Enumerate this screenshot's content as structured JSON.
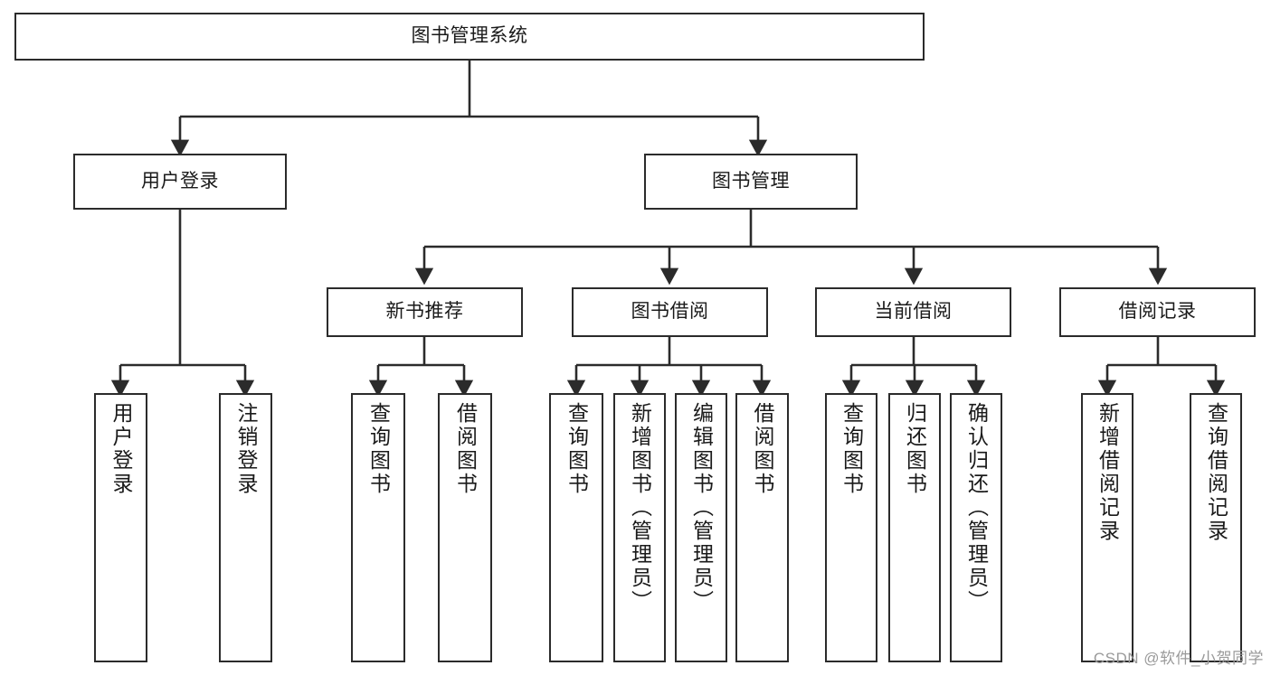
{
  "diagram": {
    "title": "图书管理系统",
    "type": "tree-hierarchy",
    "colors": {
      "box_border": "#2b2b2b",
      "box_fill": "#ffffff",
      "edge": "#2b2b2b",
      "text": "#1a1a1a",
      "watermark": "#9a9a9a",
      "background": "#ffffff"
    },
    "watermark": "CSDN @软件_小贺同学",
    "root": {
      "label": "图书管理系统"
    },
    "level2": [
      {
        "label": "用户登录"
      },
      {
        "label": "图书管理"
      }
    ],
    "level3": [
      {
        "label": "新书推荐"
      },
      {
        "label": "图书借阅"
      },
      {
        "label": "当前借阅"
      },
      {
        "label": "借阅记录"
      }
    ],
    "leaves": {
      "user_login": [
        {
          "label": "用户登录"
        },
        {
          "label": "注销登录"
        }
      ],
      "new_book_recommend": [
        {
          "label": "查询图书"
        },
        {
          "label": "借阅图书"
        }
      ],
      "book_borrow": [
        {
          "label": "查询图书"
        },
        {
          "label": "新增图书（管理员）"
        },
        {
          "label": "编辑图书（管理员）"
        },
        {
          "label": "借阅图书"
        }
      ],
      "current_borrow": [
        {
          "label": "查询图书"
        },
        {
          "label": "归还图书"
        },
        {
          "label": "确认归还（管理员）"
        }
      ],
      "borrow_record": [
        {
          "label": "新增借阅记录"
        },
        {
          "label": "查询借阅记录"
        }
      ]
    }
  }
}
